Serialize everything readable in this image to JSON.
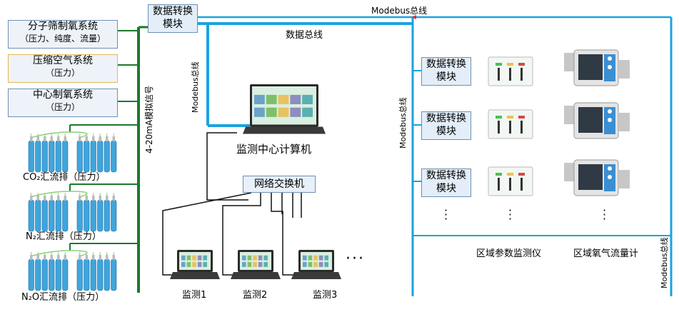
{
  "sources": [
    {
      "title": "分子筛制氧系统",
      "sub": "（压力、纯度、流量）"
    },
    {
      "title": "压缩空气系统",
      "sub": "（压力）"
    },
    {
      "title": "中心制氧系统",
      "sub": "（压力）"
    }
  ],
  "manifolds": [
    "CO₂汇流排（压力）",
    "N₂汇流排（压力）",
    "N₂O汇流排（压力）"
  ],
  "analog_label": "4-20mA模拟信号",
  "converter_label": "数据转换模块",
  "top_bus_label": "Modebus总线",
  "data_bus_label": "数据总线",
  "left_bus_label": "Modebus总线",
  "mid_bus_label": "Modebus总线",
  "right_bus_label": "Modebus总线",
  "center_computer_label": "监测中心计算机",
  "switch_label": "网络交换机",
  "monitors": [
    "监测1",
    "监测2",
    "监测3"
  ],
  "monitor_param_label": "区域参数监测仪",
  "flowmeter_label": "区域氧气流量计",
  "colors": {
    "green_line": "#1b7a2a",
    "blue_bus": "#1aa3e0",
    "box_border": "#6f8fb3",
    "alt_border": "#e2b75a"
  }
}
